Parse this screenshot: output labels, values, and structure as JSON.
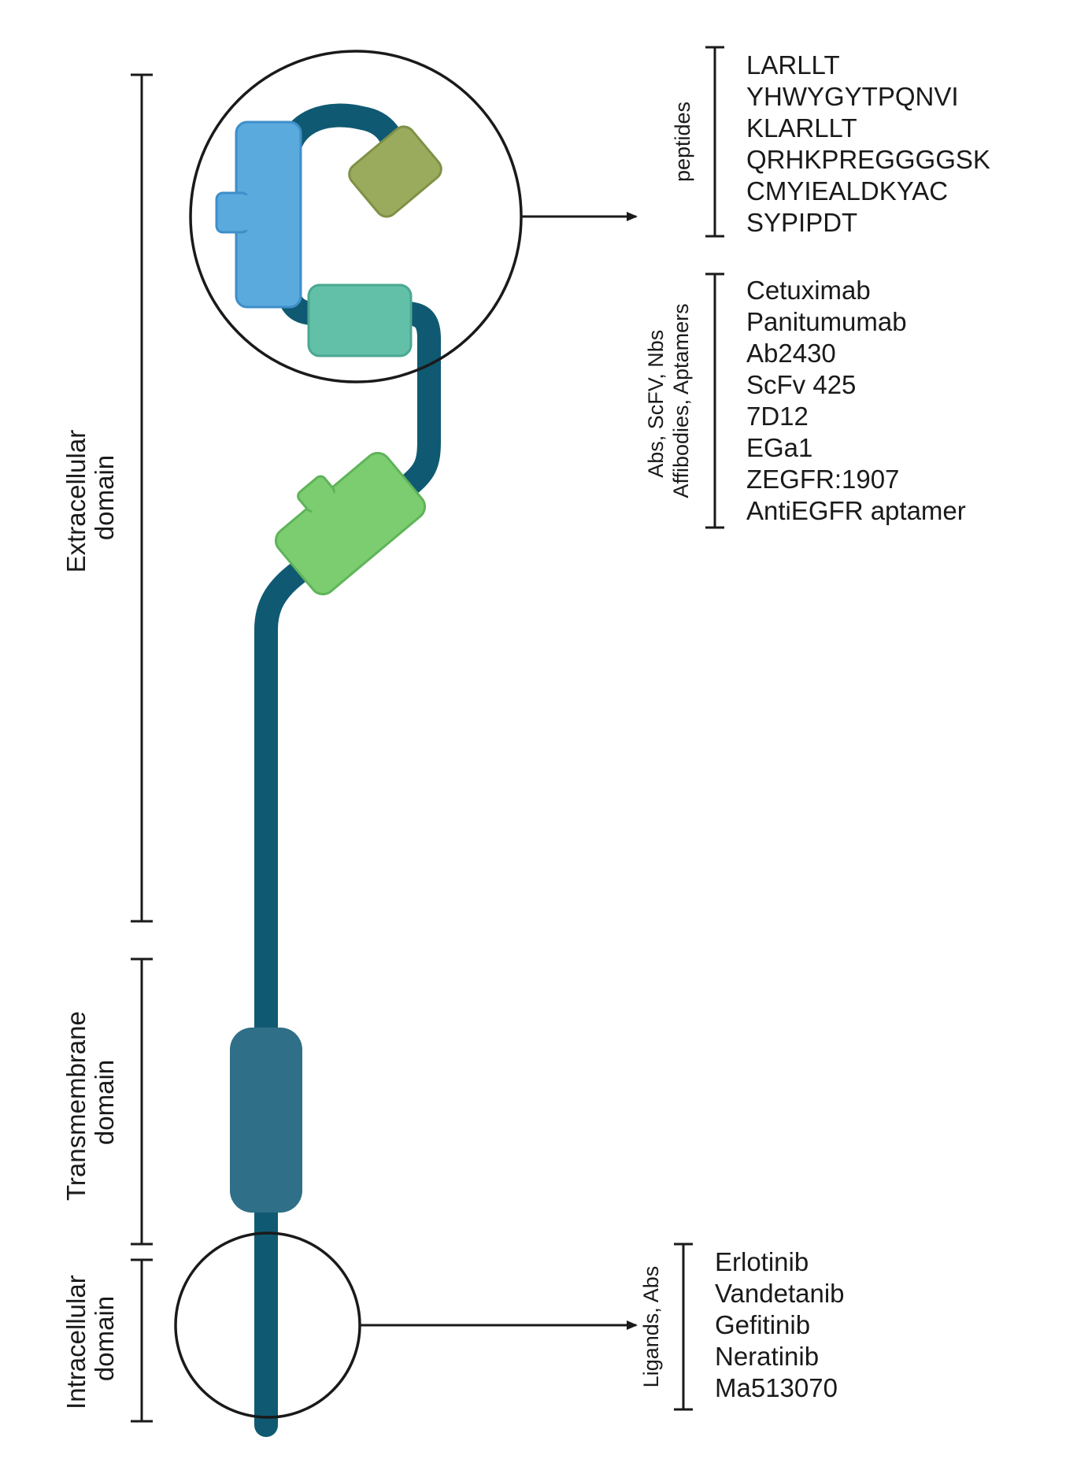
{
  "colors": {
    "backbone": "#0f5a72",
    "domain_blue": "#5aaadd",
    "domain_olive": "#9aab5e",
    "domain_teal": "#62c0a8",
    "domain_green": "#7ccd70",
    "transmembrane": "#2f6f87",
    "ink": "#1a1a1a"
  },
  "domains": {
    "extracellular": [
      "Extracellular",
      "domain"
    ],
    "transmembrane": [
      "Transmembrane",
      "domain"
    ],
    "intracellular": [
      "Intracellular",
      "domain"
    ]
  },
  "extracellular_binders": {
    "peptides_label": "peptides",
    "peptides": [
      "LARLLT",
      "YHWYGYTPQNVI",
      "KLARLLT",
      "QRHKPREGGGGSK",
      "CMYIEALDKYAC",
      "SYPIPDT"
    ],
    "abs_label": [
      "Abs, ScFV, Nbs",
      "Affibodies, Aptamers"
    ],
    "abs": [
      "Cetuximab",
      "Panitumumab",
      "Ab2430",
      "ScFv 425",
      "7D12",
      "EGa1",
      "ZEGFR:1907",
      "AntiEGFR aptamer"
    ]
  },
  "intracellular_binders": {
    "label": "Ligands, Abs",
    "items": [
      "Erlotinib",
      "Vandetanib",
      "Gefitinib",
      "Neratinib",
      "Ma513070"
    ]
  }
}
